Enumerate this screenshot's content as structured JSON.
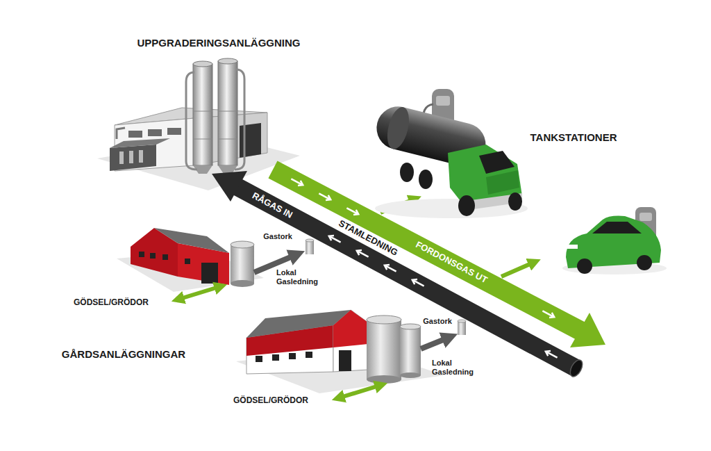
{
  "diagram": {
    "labels": [
      "UPPGRADERINGSANLÄGGNING",
      "TANKSTATIONER",
      "RÅGAS IN",
      "STAMLEDNING",
      "FORDONSGAS UT",
      "Gastork",
      "Lokal Gasledning",
      "GÖDSEL/GRÖDOR",
      "GÅRDSANLÄGGNINGAR",
      "Gastork",
      "Lokal Gasledning",
      "GÖDSEL/GRÖDOR"
    ]
  }
}
